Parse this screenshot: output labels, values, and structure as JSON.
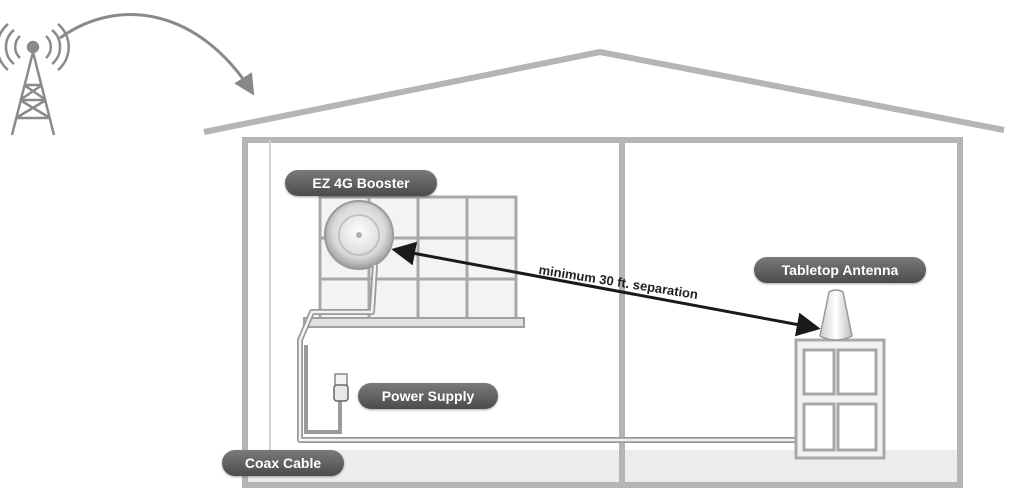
{
  "labels": {
    "booster": "EZ 4G Booster",
    "antenna": "Tabletop Antenna",
    "power": "Power Supply",
    "cable": "Coax Cable",
    "separation": "minimum 30 ft. separation"
  },
  "icons": [
    "cell-tower-icon",
    "booster-disc-icon",
    "antenna-icon",
    "power-outlet-icon"
  ],
  "colors": {
    "pill": "#5a5a5a",
    "wall": "#b5b5b5",
    "floor": "#ececec",
    "arrow": "#1a1a1a"
  }
}
